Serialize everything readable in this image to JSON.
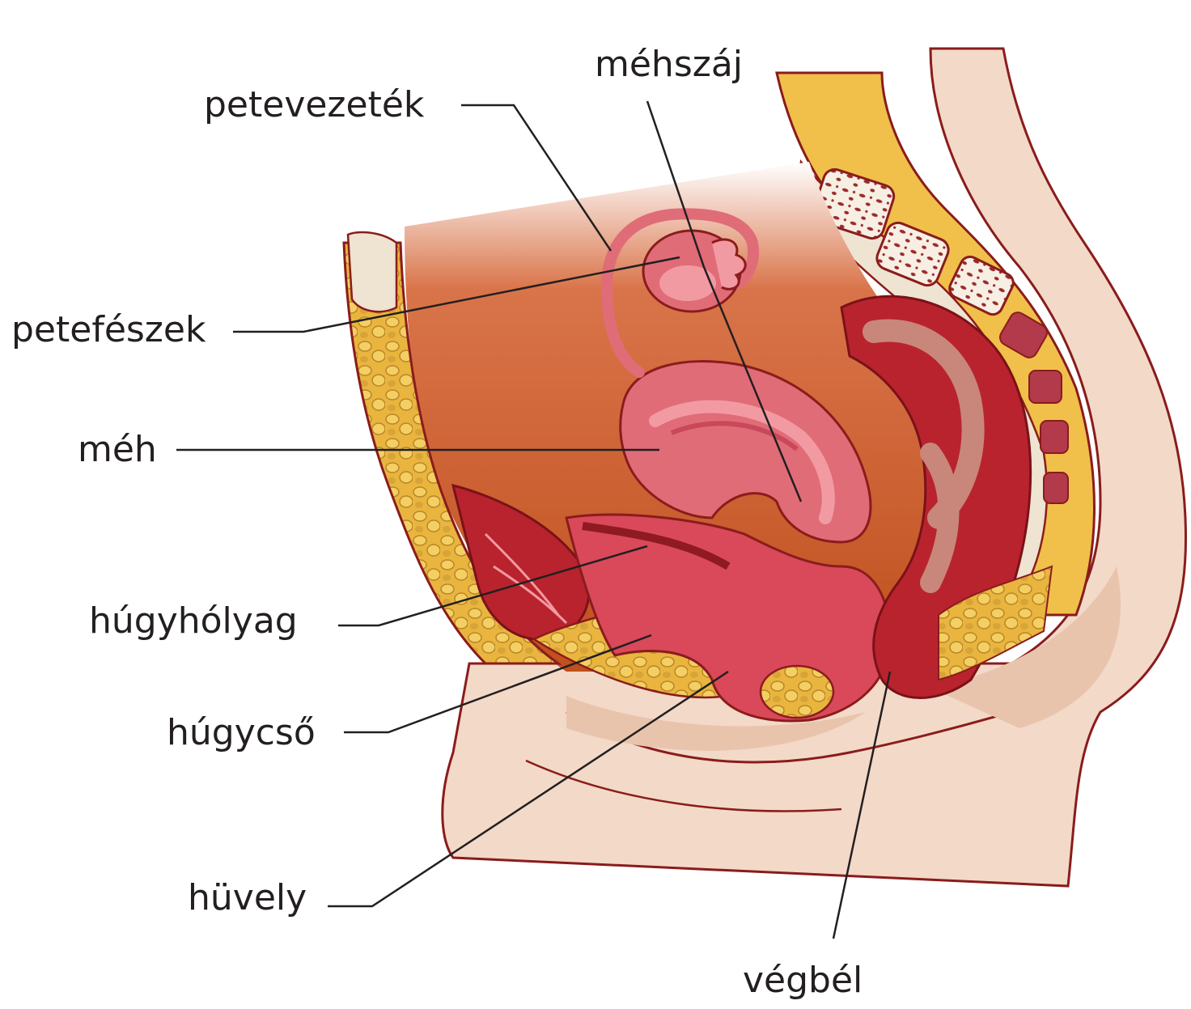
{
  "labels": {
    "mehszaj": "méhszáj",
    "petevezetek": "petevezeték",
    "petefeszek": "petefészek",
    "meh": "méh",
    "hugyholyag": "húgyhólyag",
    "hugycso": "húgycső",
    "huvely": "hüvely",
    "vegbel": "végbél"
  },
  "colors": {
    "skin": "#f3d9c8",
    "skin_shadow": "#e9c4ad",
    "outline": "#8a1c1c",
    "abdomen": "#c2521f",
    "fat": "#f0c04a",
    "fat_dark": "#c9972a",
    "uterus": "#e06c78",
    "uterus_light": "#f29aa2",
    "tissue": "#b9232e",
    "tissue_dark": "#8f1a22",
    "leader": "#231f20"
  }
}
